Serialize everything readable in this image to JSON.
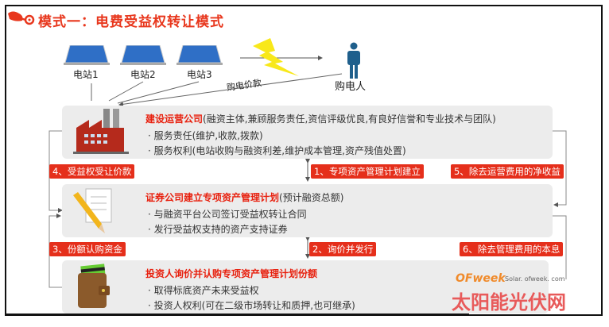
{
  "title": "模式一：电费受益权转让模式",
  "stations": [
    "电站1",
    "电站2",
    "电站3"
  ],
  "buyer": "购电人",
  "payment_label": "购电价款",
  "boxes": [
    {
      "heading": "建设运营公司",
      "note": "(融资主体,兼顾服务责任,资信评级优良,有良好信誉和专业技术与团队)",
      "lines": [
        "· 服务责任(维护,收款,拨款)",
        "· 服务权利(电站收购与融资利差,维护成本管理,资产残值处置)"
      ]
    },
    {
      "heading": "证券公司建立专项资产管理计划",
      "note": "(预计融资总额)",
      "lines": [
        "· 与融资平台公司签订受益权转让合同",
        "· 发行受益权支持的资产支持证券"
      ]
    },
    {
      "heading": "投资人询价并认购专项资产管理计划份额",
      "note": "",
      "lines": [
        "· 取得标底资产未来受益权",
        "· 投资人权利(可在二级市场转让和质押,也可继承)"
      ]
    }
  ],
  "tags": [
    "4、受益权受让价款",
    "1、专项资产管理计划建立",
    "5、除去运营费用的净收益",
    "3、份额认购资金",
    "2、询价并发行",
    "6、除去管理费用的本息"
  ],
  "watermark": {
    "brand": "OFweek",
    "site": "Solar. ofweek. com",
    "name": "太阳能光伏网"
  },
  "colors": {
    "accent": "#e52f1b",
    "box": "#ececec"
  }
}
